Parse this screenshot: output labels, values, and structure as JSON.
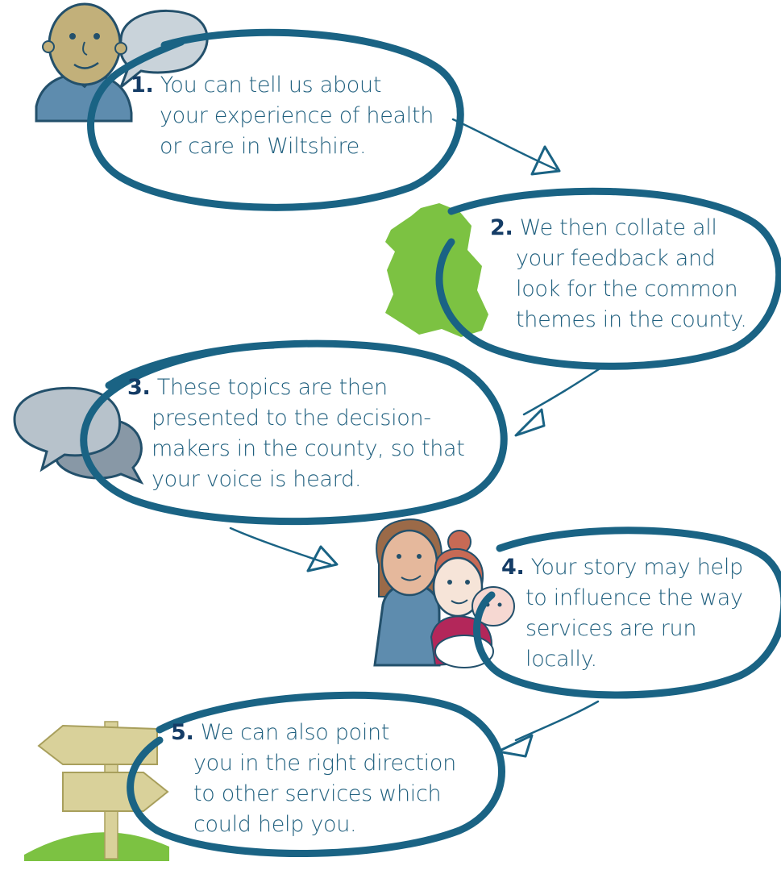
{
  "steps": [
    {
      "number": "1.",
      "lines": [
        "You can tell us about",
        "your experience of health",
        "or care in Wiltshire."
      ]
    },
    {
      "number": "2.",
      "lines": [
        "We then collate all",
        "your feedback and",
        "look for the common",
        "themes in the county."
      ]
    },
    {
      "number": "3.",
      "lines": [
        "These topics are then",
        "presented to the decision-",
        "makers in the county, so that",
        "your voice is heard."
      ]
    },
    {
      "number": "4.",
      "lines": [
        "Your story may help",
        "to influence the way",
        "services are run",
        "locally."
      ]
    },
    {
      "number": "5.",
      "lines": [
        "We can also point",
        "you in the right direction",
        "to other services which",
        "could help you."
      ]
    }
  ],
  "colors": {
    "ellipse_stroke": "#1a6384",
    "text": "#1f5f7e",
    "number": "#143c66",
    "map_green": "#7cc242",
    "speech_bubble": "#b7c2cb",
    "speech_bubble_dark": "#8898a6",
    "signpost": "#d9d19a",
    "skin": "#c2b07a",
    "shirt": "#5e8cae"
  }
}
